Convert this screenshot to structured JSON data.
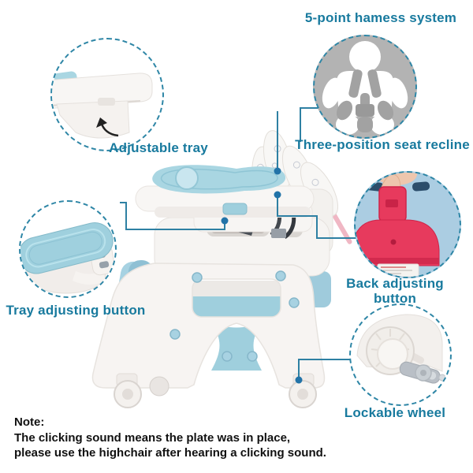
{
  "callouts": {
    "adjustable_tray": {
      "label": "Adjustable tray"
    },
    "harness": {
      "label": "5-point hamess system"
    },
    "seat_recline": {
      "label": "Three-position seat recline"
    },
    "back_button": {
      "label": "Back adjusting button"
    },
    "tray_button": {
      "label": "Tray adjusting button"
    },
    "lockable_wheel": {
      "label": "Lockable wheel"
    }
  },
  "note": {
    "title": "Note:",
    "lines": [
      "The clicking sound means the plate was in place,",
      "please use the highchair after hearing a clicking sound."
    ]
  },
  "colors": {
    "label_text": "#187a9e",
    "connector_line": "#2e80a3",
    "marker_dot": "#2273a8",
    "circle_dash": "#2e86a6",
    "chair_blue": "#a9d6e2",
    "chair_white": "#f6f4f2",
    "harness_gray": "#b3b3b3",
    "button_red": "#e73a5d",
    "note_text": "#111111"
  }
}
